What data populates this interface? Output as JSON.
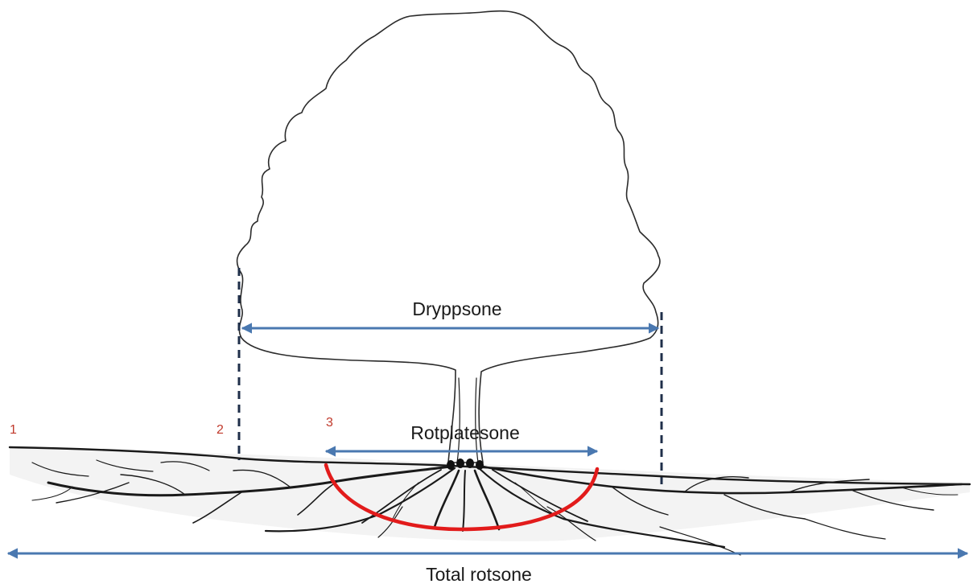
{
  "labels": {
    "drip_zone": "Dryppsone",
    "root_plate_zone": "Rotplatesone",
    "total_root_zone": "Total rotsone"
  },
  "markers": {
    "m1": "1",
    "m2": "2",
    "m3": "3"
  },
  "colors": {
    "dimension_arrow": "#4a78b0",
    "root_plate_arc": "#e21b1b",
    "drip_line": "#1f2f4a",
    "marker_number": "#c0392b"
  }
}
